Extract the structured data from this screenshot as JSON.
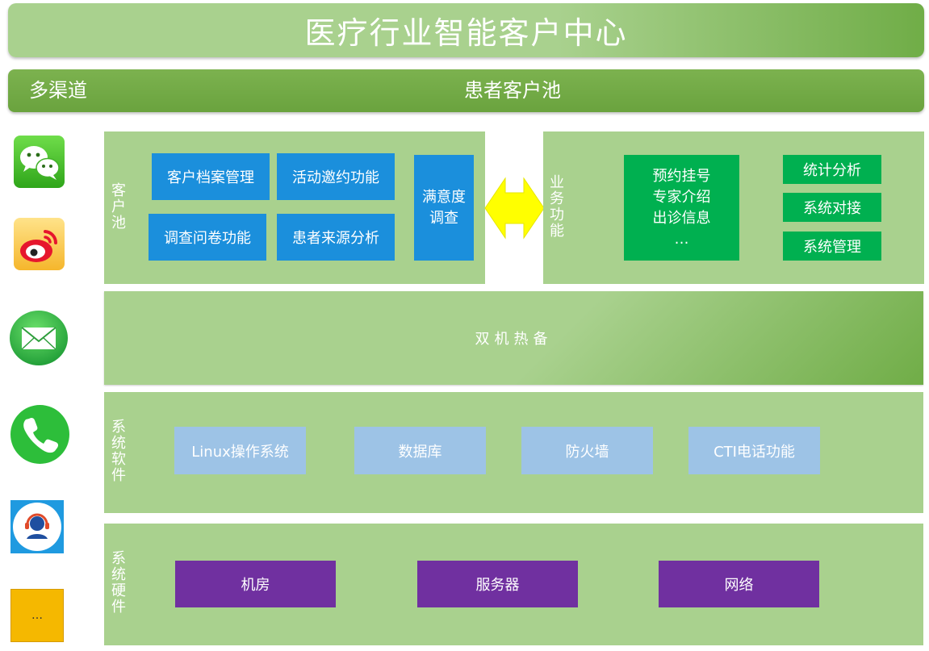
{
  "title": "医疗行业智能客户中心",
  "channel_bar": {
    "left": "多渠道",
    "center": "患者客户池"
  },
  "customer_pool": {
    "label": "客户池",
    "items": [
      "客户档案管理",
      "活动邀约功能",
      "调查问卷功能",
      "患者来源分析"
    ],
    "satisfaction": [
      "满意度",
      "调查"
    ]
  },
  "business": {
    "label": "业务功能",
    "main_lines": [
      "预约挂号",
      "专家介绍",
      "出诊信息",
      "…"
    ],
    "side_items": [
      "统计分析",
      "系统对接",
      "系统管理"
    ]
  },
  "hot_standby": "双机热备",
  "software": {
    "label": "系统软件",
    "items": [
      "Linux操作系统",
      "数据库",
      "防火墙",
      "CTI电话功能"
    ]
  },
  "hardware": {
    "label": "系统硬件",
    "items": [
      "机房",
      "服务器",
      "网络"
    ]
  },
  "channels": [
    "wechat-icon",
    "weibo-icon",
    "email-icon",
    "phone-icon",
    "customer-service-icon",
    "more-icon"
  ],
  "more_label": "…",
  "colors": {
    "panel": "#a9d18e",
    "dark_green": "#70ad47",
    "blue": "#1b8fdc",
    "green": "#00b050",
    "light_blue": "#9dc3e6",
    "purple": "#7030a0",
    "arrow": "#ffff00"
  }
}
